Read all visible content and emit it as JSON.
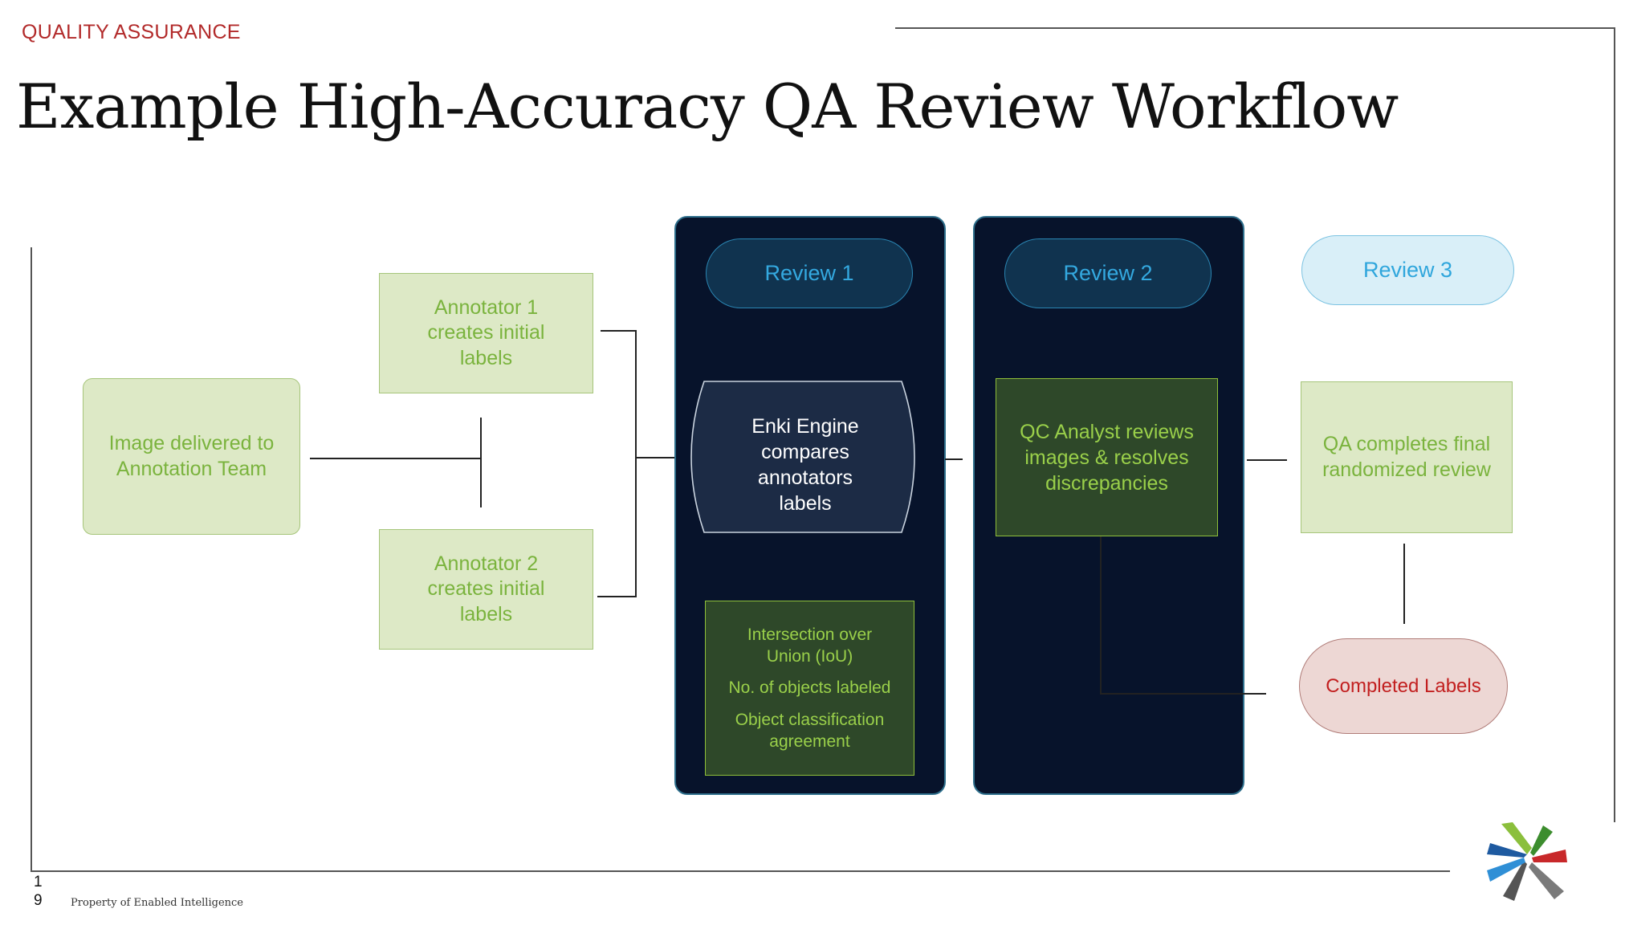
{
  "header": {
    "kicker": "QUALITY ASSURANCE",
    "title": "Example High-Accuracy QA Review Workflow"
  },
  "workflow": {
    "image_delivered": "Image delivered to Annotation Team",
    "annotator1": "Annotator 1 creates initial labels",
    "annotator2": "Annotator 2 creates initial labels",
    "review1": {
      "label": "Review 1",
      "engine": "Enki Engine compares annotators labels",
      "metrics": [
        "Intersection over Union (IoU)",
        "No. of objects labeled",
        "Object classification agreement"
      ]
    },
    "review2": {
      "label": "Review 2",
      "qc": "QC Analyst reviews images & resolves discrepancies"
    },
    "review3": {
      "label": "Review 3",
      "qa": "QA completes final randomized review"
    },
    "completed": "Completed Labels"
  },
  "footer": {
    "page_number": "1 9",
    "property": "Property of Enabled Intelligence"
  },
  "colors": {
    "accent_red": "#b22a2a",
    "panel_navy": "#07132b",
    "light_green": "#dde9c6",
    "text_green": "#7ab33d",
    "blue": "#34a9e0"
  },
  "logo": {
    "icon": "enabled-intelligence-logo-icon"
  }
}
